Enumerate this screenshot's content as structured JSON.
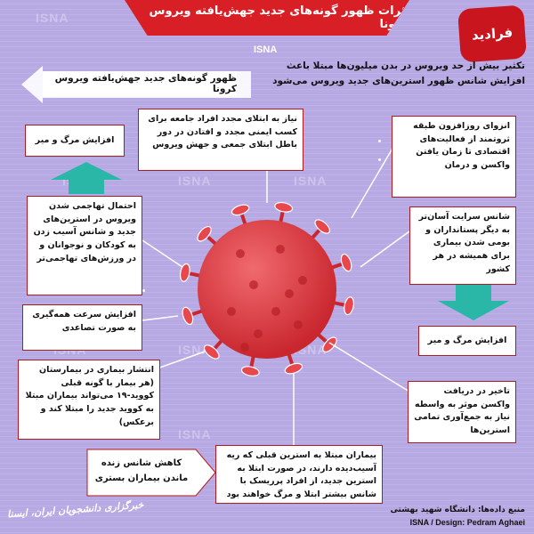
{
  "header": {
    "title": "اثرات ظهور گونه‌های جدید جهش‌یافته ویروس کرونا",
    "isna_logo": "ISNA",
    "brand_badge": "فرادید",
    "watermark": "ISNA",
    "accent_color": "#d91f26"
  },
  "intro": {
    "top_text": "تکثیر بیش از حد ویروس در بدن میلیون‌ها مبتلا باعث افزایش شانس ظهور استرین‌های جدید ویروس می‌شود",
    "subtitle": "ظهور گونه‌های جدید جهش‌یافته ویروس کرونا"
  },
  "effects": {
    "top_center": "نیاز به ابتلای مجدد افراد جامعه برای کسب ایمنی مجدد و افتادن در دور باطل ابتلای جمعی و جهش ویروس",
    "right_1": "انزوای روزافزون طبقه ثروتمند از فعالیت‌های اقتصادی تا زمان یافتن واکسن و درمان",
    "right_2": "شانس سرایت آسان‌تر به دیگر پستانداران و بومی شدن بیماری برای همیشه در هر کشور",
    "right_3": "افزایش مرگ و میر",
    "right_4": "تاخیر در دریافت واکسن موثر به واسطه نیاز به جمع‌آوری تمامی استرین‌ها",
    "left_1": "افزایش مرگ و میر",
    "left_2": "احتمال تهاجمی شدن ویروس در استرین‌های جدید و شانس آسیب زدن به کودکان و نوجوانان و در ورزش‌های تهاجمی‌تر",
    "left_3": "افزایش سرعت همه‌گیری به صورت تصاعدی",
    "left_4": "انتشار بیماری در بیمارستان (هر بیمار با گونه قبلی کووید-۱۹ می‌تواند بیماران مبتلا به کووید جدید را مبتلا کند و برعکس)",
    "bottom_center": "بیماران مبتلا به استرین قبلی که ریه آسیب‌دیده دارند، در صورت ابتلا به استرین جدید، از افراد پرریسک با شانس بیشتر ابتلا و مرگ خواهند بود",
    "bottom_left": "کاهش شانس زنده ماندن بیماران بستری"
  },
  "footer": {
    "source": "منبع داده‌ها: دانشگاه شهید بهشتی",
    "design": "ISNA / Design: Pedram Aghaei",
    "credit": "خبرگزاری دانشجویان ایران، ایسنا"
  },
  "colors": {
    "background": "#b7a9e3",
    "virus": "#e8474d",
    "arrow": "#2bb7a8",
    "box_border": "#b01a22"
  }
}
